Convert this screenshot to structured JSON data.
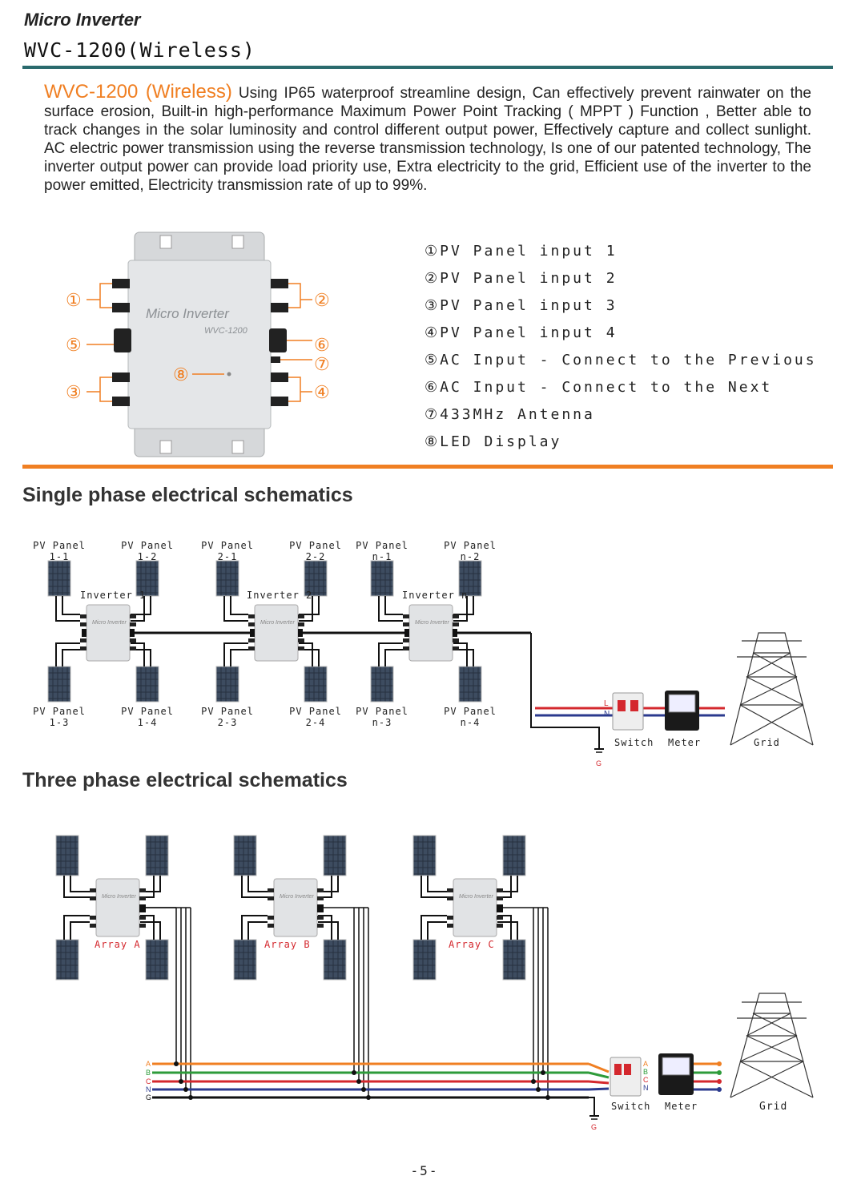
{
  "header": {
    "category": "Micro Inverter",
    "model": "WVC-1200(Wireless)"
  },
  "intro": {
    "lead": "WVC-1200 (Wireless)",
    "body": " Using IP65 waterproof streamline design, Can effectively prevent rainwater on the surface erosion, Built-in high-performance Maximum Power Point Tracking ( MPPT ) Function , Better able to track changes in the solar luminosity and control different output power, Effectively capture and collect sunlight. AC electric power transmission using the reverse transmission technology, Is one of our patented technology, The inverter output power can provide load priority use, Extra electricity to the grid, Efficient use of the inverter to the power emitted, Electricity transmission rate of up to 99%."
  },
  "device": {
    "brand": "Micro Inverter",
    "model": "WVC-1200"
  },
  "callouts": [
    "①",
    "②",
    "③",
    "④",
    "⑤",
    "⑥",
    "⑦",
    "⑧"
  ],
  "legend": [
    "①PV Panel input 1",
    "②PV Panel input 2",
    "③PV Panel input 3",
    "④PV Panel input 4",
    "⑤AC Input - Connect to the Previous",
    "⑥AC Input - Connect to the Next",
    "⑦433MHz Antenna",
    "⑧LED Display"
  ],
  "single_phase": {
    "title": "Single phase electrical schematics",
    "top_panels": [
      [
        "PV Panel",
        "1-1"
      ],
      [
        "PV Panel",
        "1-2"
      ],
      [
        "PV Panel",
        "2-1"
      ],
      [
        "PV Panel",
        "2-2"
      ],
      [
        "PV Panel",
        "n-1"
      ],
      [
        "PV Panel",
        "n-2"
      ]
    ],
    "bottom_panels": [
      [
        "PV Panel",
        "1-3"
      ],
      [
        "PV Panel",
        "1-4"
      ],
      [
        "PV Panel",
        "2-3"
      ],
      [
        "PV Panel",
        "2-4"
      ],
      [
        "PV Panel",
        "n-3"
      ],
      [
        "PV Panel",
        "n-4"
      ]
    ],
    "inverters": [
      "Inverter 1",
      "Inverter 2",
      "Inverter n"
    ],
    "wire_labels": {
      "l": "L",
      "n": "N",
      "g": "G"
    },
    "switch": "Switch",
    "meter": "Meter",
    "grid": "Grid"
  },
  "three_phase": {
    "title": "Three phase electrical schematics",
    "arrays": [
      "Array A",
      "Array B",
      "Array C"
    ],
    "wire_labels": [
      "A",
      "B",
      "C",
      "N",
      "G"
    ],
    "ground": "G",
    "switch": "Switch",
    "meter": "Meter",
    "grid": "Grid"
  },
  "colors": {
    "orange": "#f07f22",
    "green": "#2e9b3a",
    "red": "#d4282e",
    "blue": "#2b3a8e",
    "black": "#111111",
    "teal": "#2a6a6d"
  },
  "footer": {
    "page": "-5-"
  }
}
